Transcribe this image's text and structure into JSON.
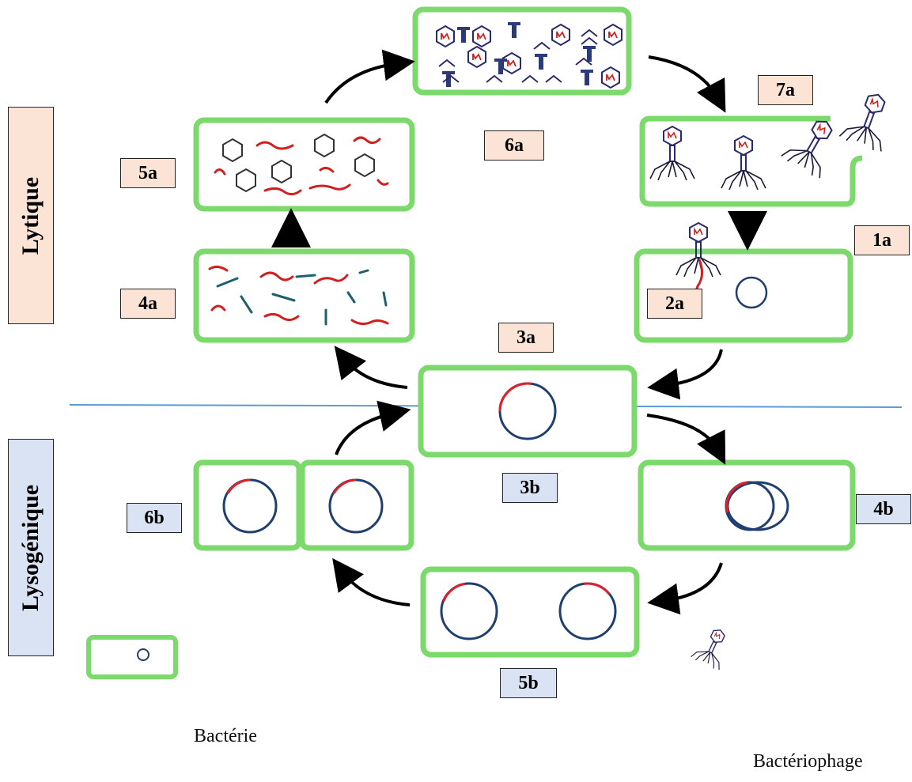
{
  "sections": {
    "lytic": "Lytique",
    "lysogenic": "Lysogénique"
  },
  "steps": {
    "s1a": "1a",
    "s2a": "2a",
    "s3a": "3a",
    "s4a": "4a",
    "s5a": "5a",
    "s6a": "6a",
    "s7a": "7a",
    "s3b": "3b",
    "s4b": "4b",
    "s5b": "5b",
    "s6b": "6b"
  },
  "legend": {
    "bacteria": "Bactérie",
    "phage": "Bactériophage"
  },
  "colors": {
    "cell_wall": "#7cd96b",
    "phage_dna": "#e0202a",
    "bacterial_dna": "#1f3f6e",
    "arrow": "#000000",
    "divider": "#5b9bd5",
    "lytic_label": "#fbe3d6",
    "lysogenic_label": "#dae3f3"
  }
}
